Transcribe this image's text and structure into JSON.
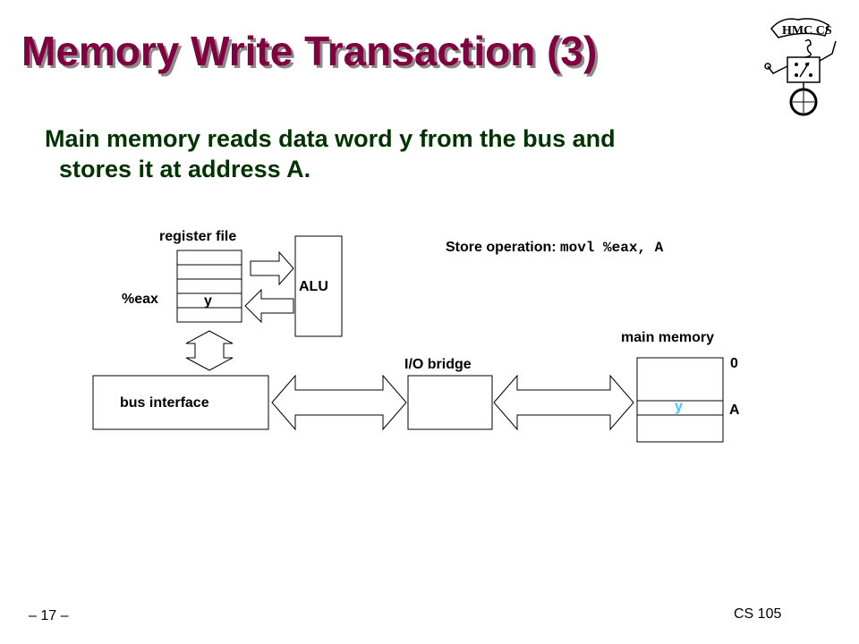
{
  "slide": {
    "title": "Memory Write Transaction (3)",
    "bullet_line1": "Main memory reads data word y from the bus and",
    "bullet_line2": "stores it at address A."
  },
  "diagram": {
    "register_file_label": "register file",
    "eax_label": "%eax",
    "reg_value": "y",
    "alu_label": "ALU",
    "store_op_label": "Store operation:",
    "store_op_code": "movl %eax, A",
    "bus_interface_label": "bus interface",
    "io_bridge_label": "I/O bridge",
    "main_memory_label": "main memory",
    "mem_addr_zero": "0",
    "mem_addr_a": "A",
    "mem_value": "y",
    "mem_value_color": "#33ccff"
  },
  "footer": {
    "page": "– 17 –",
    "course": "CS 105"
  },
  "colors": {
    "title": "#800040",
    "bullet": "#003300"
  },
  "logo": {
    "text": "HMC CS"
  }
}
